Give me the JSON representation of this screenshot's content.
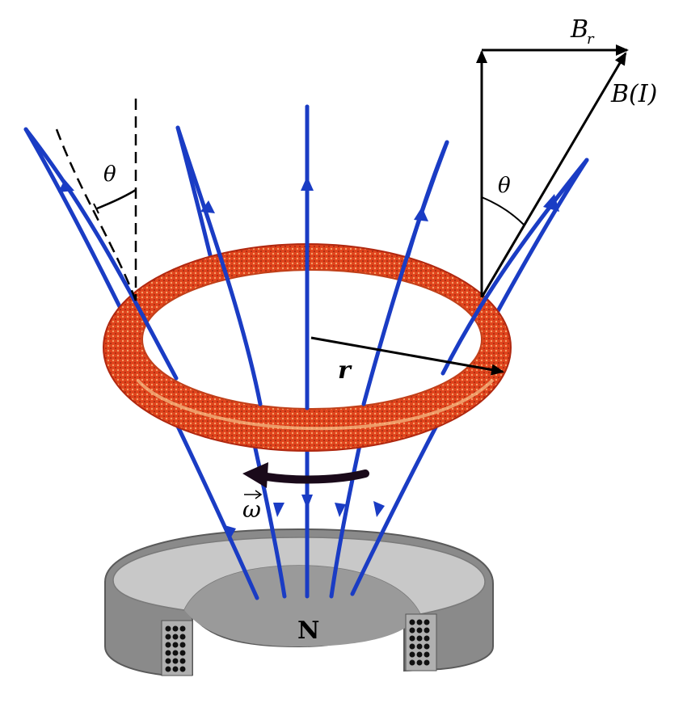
{
  "labels": {
    "theta_left": "θ",
    "theta_right": "θ",
    "br": "B",
    "br_sub": "r",
    "bi": "B(I)",
    "radius": "r",
    "omega": "ω",
    "north": "N"
  },
  "colors": {
    "field_lines": "#1a3cc4",
    "ring_outer": "#d8381a",
    "ring_highlight": "#f0a060",
    "magnet_light": "#c8c8c8",
    "magnet_dark": "#6a6a6a",
    "arrow_dark": "#1a0a1a",
    "vectors": "#000000"
  }
}
